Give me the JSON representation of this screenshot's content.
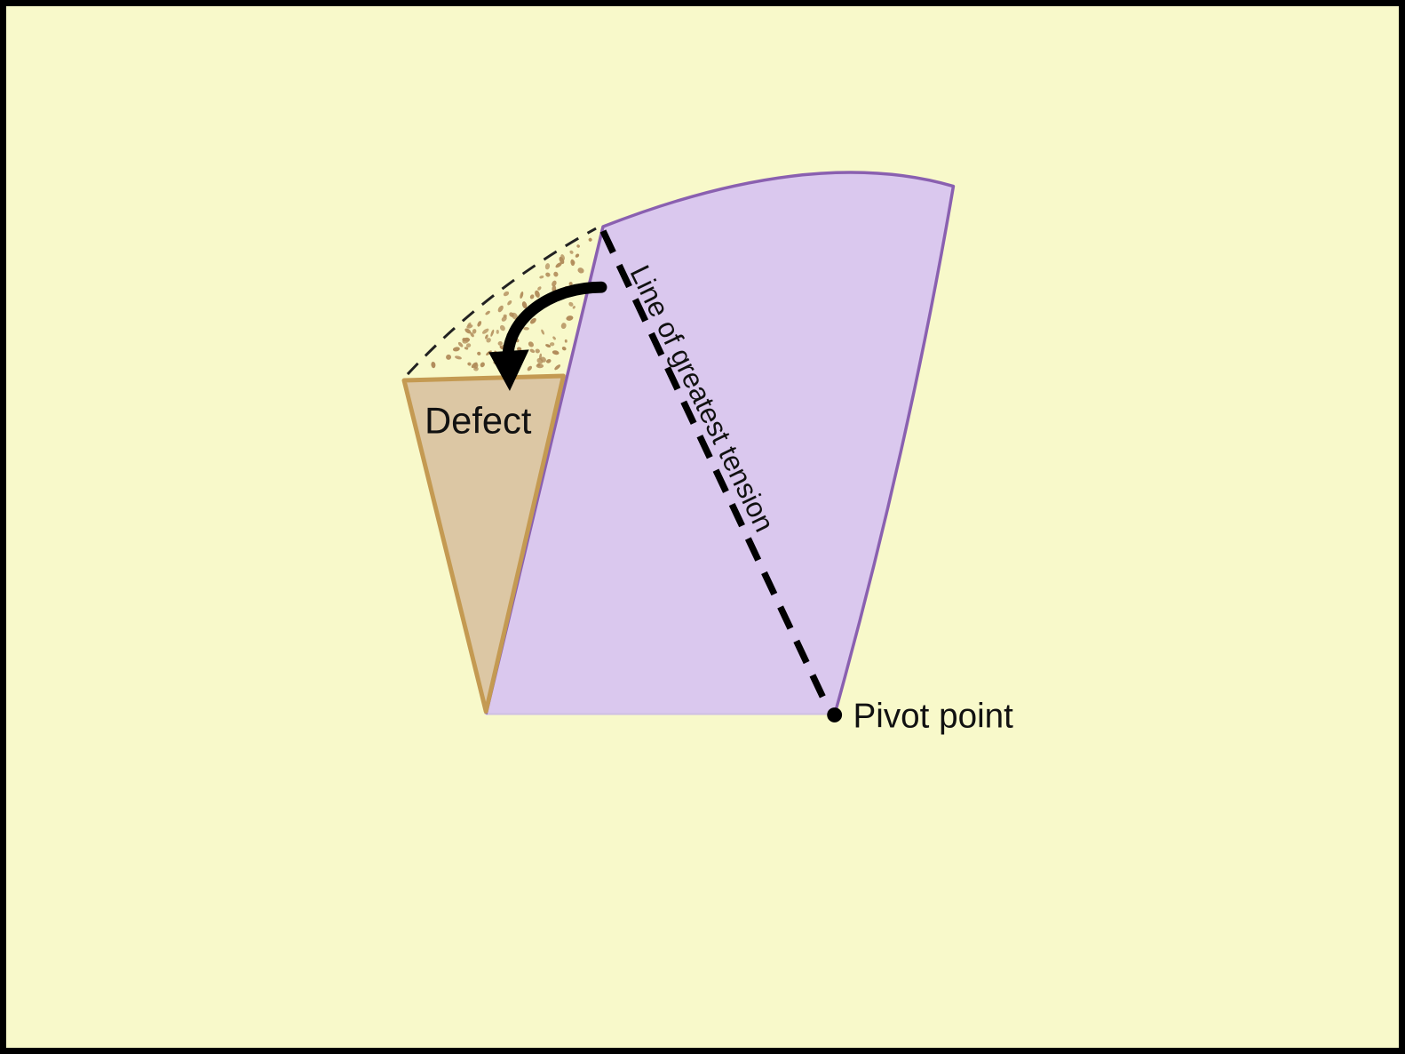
{
  "labels": {
    "defect": "Defect",
    "tension": "Line of greatest tension",
    "pivot": "Pivot point"
  },
  "colors": {
    "background": "#f8f9ca",
    "frame": "#000000",
    "flap_fill": "#dac8ee",
    "flap_stroke": "#8a60b0",
    "flap_bottom_edge": "#cfc0e2",
    "defect_fill": "#dcc7a4",
    "defect_stroke": "#c49a52",
    "stipple": "#b18c5a",
    "outline_dash": "#222222",
    "tension_line": "#000000",
    "arrow": "#000000",
    "pivot_dot": "#000000",
    "text": "#111111"
  }
}
